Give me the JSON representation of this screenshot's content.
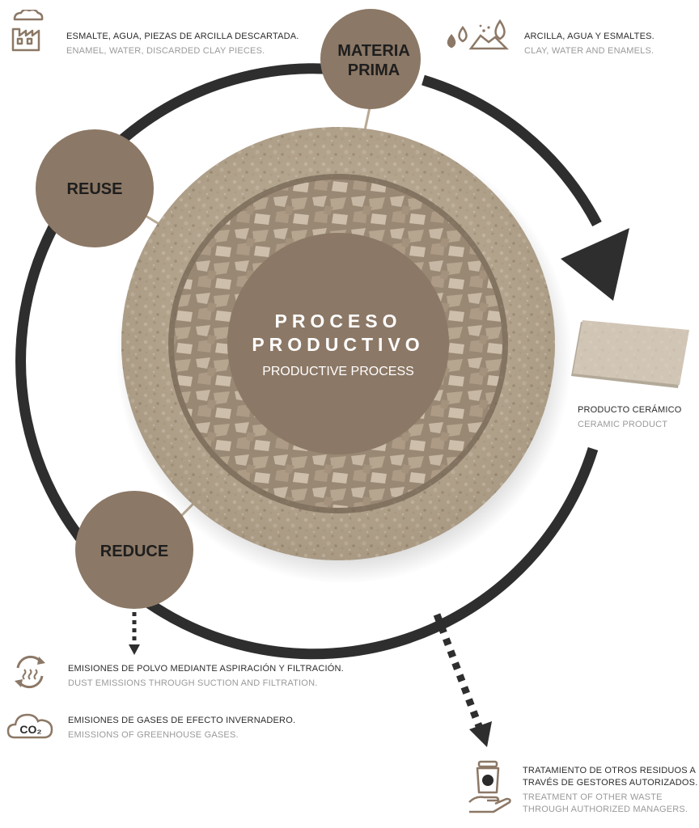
{
  "colors": {
    "brown": "#8c7866",
    "ring": "#2e2e2e",
    "clay": "#b5a690",
    "clay_dark": "#8f7f6a",
    "tile": "#d5cabc",
    "text_dark": "#2b2b2b",
    "text_light": "#9a9a9a"
  },
  "nodes": {
    "materia_prima": [
      "MATERIA",
      "PRIMA"
    ],
    "reuse": "REUSE",
    "reduce": "REDUCE"
  },
  "center": {
    "title_line1": "PROCESO",
    "title_line2": "PRODUCTIVO",
    "subtitle": "PRODUCTIVE PROCESS"
  },
  "notes": {
    "top_left": {
      "es": "ESMALTE, AGUA, PIEZAS DE ARCILLA DESCARTADA.",
      "en": "ENAMEL, WATER, DISCARDED CLAY PIECES.",
      "icon": "factory-icon"
    },
    "top_right": {
      "es": "ARCILLA, AGUA Y ESMALTES.",
      "en": "CLAY, WATER AND ENAMELS.",
      "icon": "water-drops-icon"
    },
    "product": {
      "es": "PRODUCTO CERÁMICO",
      "en": "CERAMIC PRODUCT",
      "icon": "ceramic-tile-icon"
    },
    "dust": {
      "es": "EMISIONES DE POLVO MEDIANTE ASPIRACIÓN Y FILTRACIÓN.",
      "en": "DUST EMISSIONS THROUGH SUCTION AND FILTRATION.",
      "icon": "filtration-cycle-icon"
    },
    "co2": {
      "es": "EMISIONES DE GASES DE EFECTO INVERNADERO.",
      "en": "EMISSIONS OF GREENHOUSE GASES.",
      "icon": "co2-cloud-icon",
      "icon_text": "CO₂"
    },
    "waste": {
      "es_line1": "TRATAMIENTO DE OTROS RESIDUOS A",
      "es_line2": "TRAVÉS DE GESTORES AUTORIZADOS.",
      "en_line1": "TREATMENT OF OTHER WASTE",
      "en_line2": "THROUGH AUTHORIZED MANAGERS.",
      "icon": "recycling-bin-hand-icon"
    }
  }
}
